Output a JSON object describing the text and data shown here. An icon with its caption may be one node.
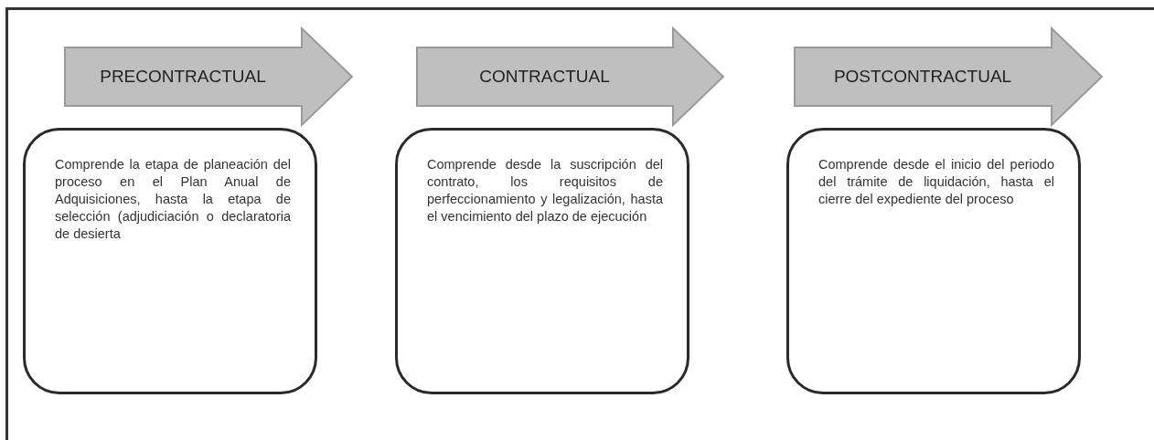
{
  "diagram": {
    "nodes": [
      {
        "text": [
          "PRECONTRACTUAL"
        ]
      },
      {
        "text": [
          "CONTRACTUAL"
        ]
      },
      {
        "text": [
          "POSTCONTRACTUAL"
        ]
      },
      {
        "text": [
          "Comprende la etapa de planeación del proceso en el Plan Anual de Adquisiciones, hasta la etapa de selección (adjudiciación o declaratoria de desierta"
        ]
      },
      {
        "text": [
          "Comprende desde la suscripción del contrato, los requisitos de perfeccionamiento y legalización, hasta el vencimiento del plazo de ejecución"
        ]
      },
      {
        "text": [
          "Comprende desde el inicio del periodo del trámite de liquidación, hasta el cierre del expediente del proceso"
        ]
      }
    ],
    "edges": []
  }
}
